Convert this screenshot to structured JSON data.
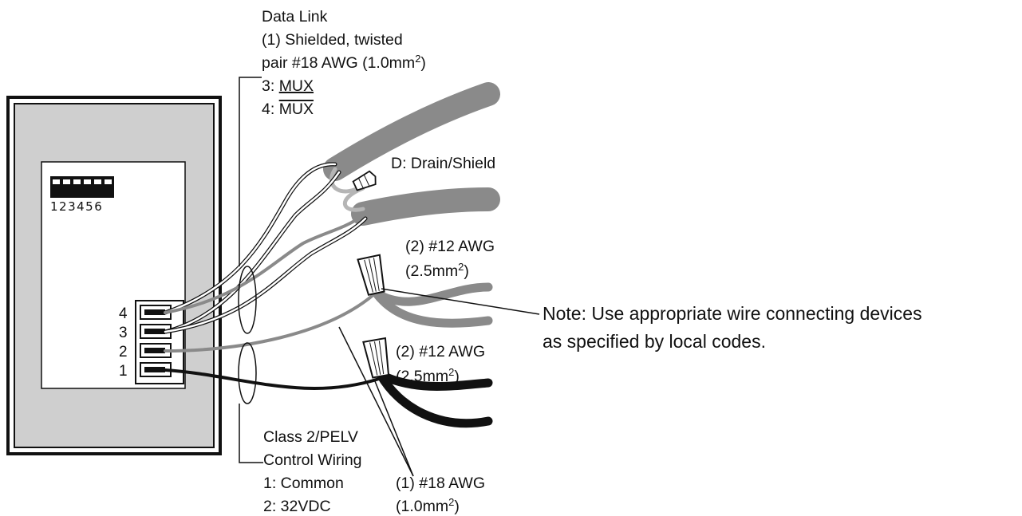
{
  "data_link": {
    "title": "Data Link",
    "line1": "(1) Shielded, twisted",
    "line2_prefix": "pair #18 AWG (1.0mm",
    "line2_sup": "2",
    "line2_suffix": ")",
    "mux_pos_prefix": "3: ",
    "mux_pos": "MUX",
    "mux_neg_prefix": "4: ",
    "mux_neg": "MUX"
  },
  "drain_label": "D: Drain/Shield",
  "dip_switch": {
    "numbers": "123456"
  },
  "terminals": [
    "4",
    "3",
    "2",
    "1"
  ],
  "wire_nut_upper": {
    "line1": "(2) #12 AWG",
    "line2_prefix": "(2.5mm",
    "line2_sup": "2",
    "line2_suffix": ")"
  },
  "wire_nut_lower": {
    "line1": "(2) #12 AWG",
    "line2_prefix": "(2.5mm",
    "line2_sup": "2",
    "line2_suffix": ")"
  },
  "note": {
    "line1": "Note: Use appropriate wire connecting devices",
    "line2": "as specified by local codes."
  },
  "control_wiring": {
    "line1": "Class 2/PELV",
    "line2": "Control Wiring",
    "line3": "1: Common",
    "line4": "2: 32VDC"
  },
  "awg18_label": {
    "line1": "(1) #18 AWG",
    "line2_prefix": "(1.0mm",
    "line2_sup": "2",
    "line2_suffix": ")"
  },
  "colors": {
    "plate": "#cfcfcf",
    "gray_cable": "#8a8a8a",
    "drain_wire": "#b5b5b5",
    "black_wire": "#111111",
    "white_wire": "#ffffff"
  }
}
